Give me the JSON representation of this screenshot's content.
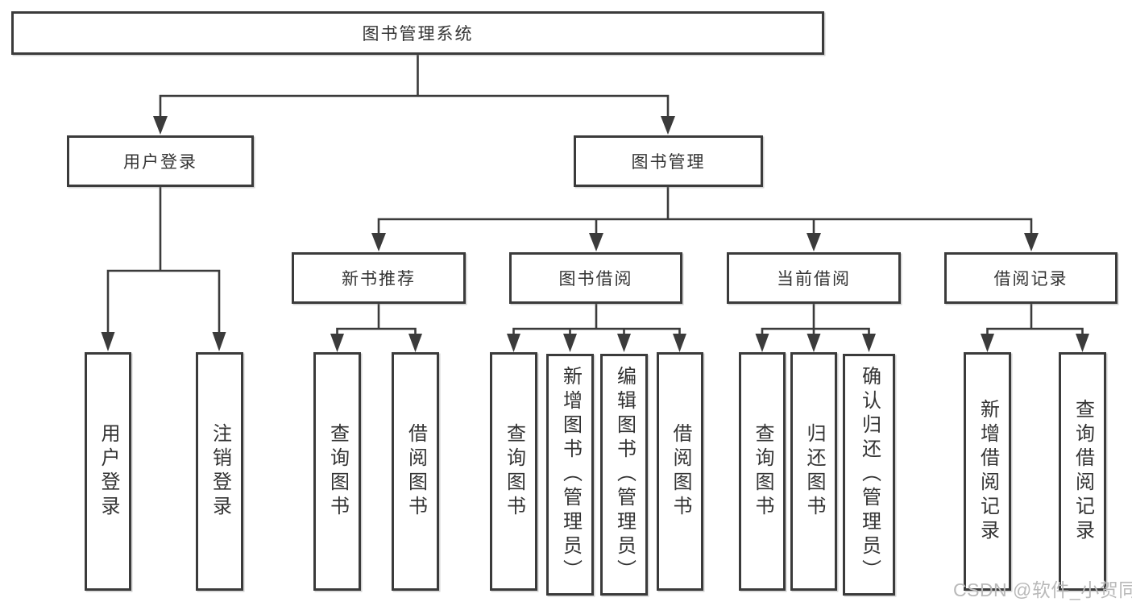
{
  "diagram_title": "图书管理系统",
  "watermark": {
    "text": "CSDN @软件_小贺同学"
  },
  "colors": {
    "line": "#3b3b3b",
    "text": "#333333",
    "background": "#ffffff",
    "watermark": "#b9b9b9"
  },
  "nodes": {
    "root": "图书管理系统",
    "user_login": "用户登录",
    "book_management": "图书管理",
    "new_book_recommend": "新书推荐",
    "book_borrowing": "图书借阅",
    "current_borrowing": "当前借阅",
    "borrowing_records": "借阅记录",
    "user_login_children": [
      "用户登录",
      "注销登录"
    ],
    "new_book_recommend_children": [
      "查询图书",
      "借阅图书"
    ],
    "book_borrowing_children": [
      "查询图书",
      "新增图书（管理员）",
      "编辑图书（管理员）",
      "借阅图书"
    ],
    "current_borrowing_children": [
      "查询图书",
      "归还图书",
      "确认归还（管理员）"
    ],
    "borrowing_records_children": [
      "新增借阅记录",
      "查询借阅记录"
    ]
  }
}
